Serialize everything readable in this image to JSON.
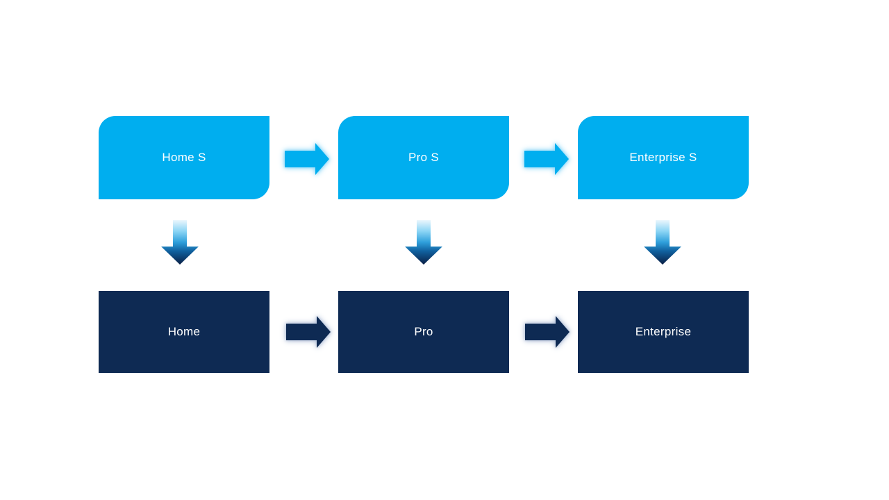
{
  "slide": {
    "background": "#FFFFFF",
    "top_row": {
      "items": [
        {
          "label": "Home S"
        },
        {
          "label": "Pro S"
        },
        {
          "label": "Enterprise S"
        }
      ]
    },
    "bottom_row": {
      "items": [
        {
          "label": "Home"
        },
        {
          "label": "Pro"
        },
        {
          "label": "Enterprise"
        }
      ]
    },
    "colors": {
      "top_box_fill": "#00AEEF",
      "bottom_box_fill": "#0E2A53",
      "box_text": "#FFFFFF",
      "right_arrow_top_fill": "#00AEEF",
      "right_arrow_top_glow": "#8ED8F8",
      "right_arrow_bottom_fill": "#0E2A53",
      "right_arrow_bottom_glow": "#B3C1D9",
      "down_arrow_gradient_top": "#EAF6FD",
      "down_arrow_gradient_mid": "#2E9FDB",
      "down_arrow_gradient_bottom": "#0A1F45"
    }
  }
}
